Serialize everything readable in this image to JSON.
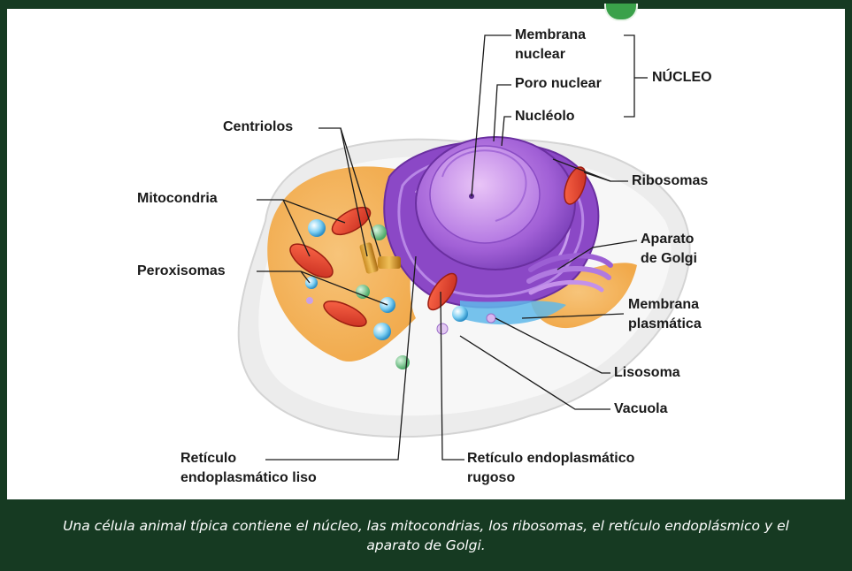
{
  "labels": {
    "membrana_nuclear_1": "Membrana",
    "membrana_nuclear_2": "nuclear",
    "poro_nuclear": "Poro nuclear",
    "nucleolo": "Nucléolo",
    "nucleo": "NÚCLEO",
    "centriolos": "Centriolos",
    "ribosomas": "Ribosomas",
    "mitocondria": "Mitocondria",
    "aparato_golgi_1": "Aparato",
    "aparato_golgi_2": "de Golgi",
    "peroxisomas": "Peroxisomas",
    "membrana_plasmatica_1": "Membrana",
    "membrana_plasmatica_2": "plasmática",
    "lisosoma": "Lisosoma",
    "vacuola": "Vacuola",
    "reticulo_liso_1": "Retículo",
    "reticulo_liso_2": "endoplasmático liso",
    "reticulo_rugoso_1": "Retículo endoplasmático",
    "reticulo_rugoso_2": "rugoso"
  },
  "caption": "Una célula animal típica contiene el núcleo, las mitocondrias, los ribosomas, el retículo endoplásmico y el aparato de Golgi.",
  "colors": {
    "frame": "#163a22",
    "cytoplasm": "#f4b357",
    "nucleus": "#9b5fd0",
    "mitochondria": "#e2402e",
    "peroxisome": "#4fb5e6",
    "ribosome_green": "#5bbf7a"
  }
}
